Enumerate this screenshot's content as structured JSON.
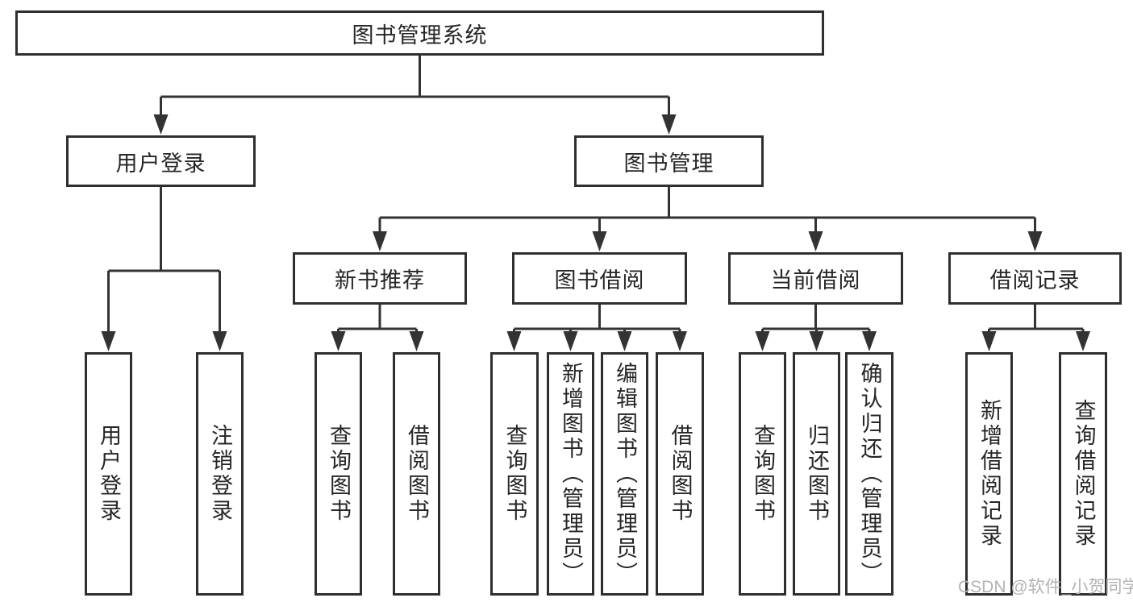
{
  "diagram": {
    "root": {
      "label": "图书管理系统"
    },
    "branches": [
      {
        "label": "用户登录",
        "children": [
          {
            "label": "用户登录"
          },
          {
            "label": "注销登录"
          }
        ]
      },
      {
        "label": "图书管理",
        "groups": [
          {
            "label": "新书推荐",
            "children": [
              {
                "label": "查询图书"
              },
              {
                "label": "借阅图书"
              }
            ]
          },
          {
            "label": "图书借阅",
            "children": [
              {
                "label": "查询图书"
              },
              {
                "label": "新增图书（管理员）"
              },
              {
                "label": "编辑图书（管理员）"
              },
              {
                "label": "借阅图书"
              }
            ]
          },
          {
            "label": "当前借阅",
            "children": [
              {
                "label": "查询图书"
              },
              {
                "label": "归还图书"
              },
              {
                "label": "确认归还（管理员）"
              }
            ]
          },
          {
            "label": "借阅记录",
            "children": [
              {
                "label": "新增借阅记录"
              },
              {
                "label": "查询借阅记录"
              }
            ]
          }
        ]
      }
    ]
  },
  "watermark": {
    "text": "CSDN @软件_小贺同学"
  },
  "colors": {
    "line": "#333333",
    "box_border": "#2f2f2f",
    "text": "#262626",
    "watermark": "#b3b3b3",
    "background": "#ffffff"
  }
}
